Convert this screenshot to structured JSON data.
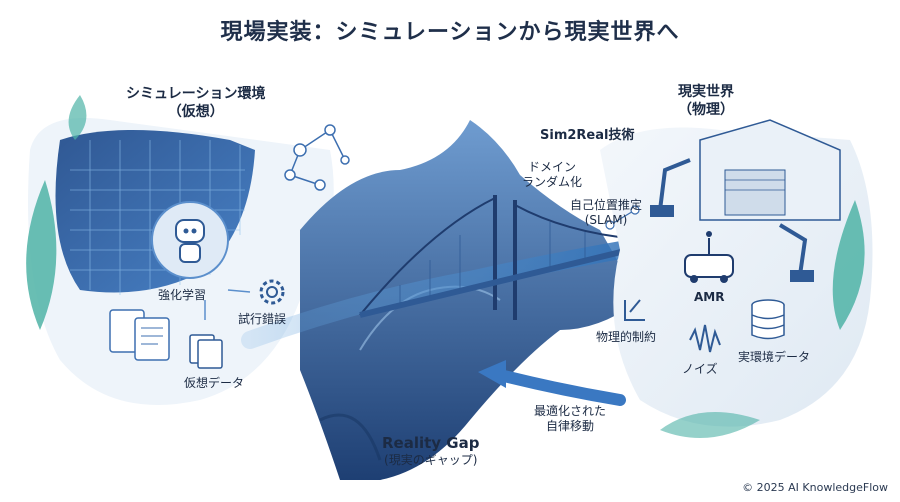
{
  "title": "現場実装：シミュレーションから現実世界へ",
  "left": {
    "heading": "シミュレーション環境",
    "heading_sub": "（仮想）",
    "items": {
      "rl": "強化学習",
      "trial": "試行錯誤",
      "virtual_data": "仮想データ"
    }
  },
  "center": {
    "heading": "Sim2Real技術",
    "domain_random_line1": "ドメイン",
    "domain_random_line2": "ランダム化",
    "slam_line1": "自己位置推定",
    "slam_line2": "(SLAM)",
    "gap_title": "Reality Gap",
    "gap_sub": "(現実のギャップ)",
    "optimized_line1": "最適化された",
    "optimized_line2": "自律移動"
  },
  "right": {
    "heading": "現実世界",
    "heading_sub": "（物理）",
    "items": {
      "amr": "AMR",
      "physics": "物理的制約",
      "noise": "ノイズ",
      "real_data": "実環境データ"
    }
  },
  "copyright": "© 2025 AI KnowledgeFlow",
  "colors": {
    "navy": "#1f3c6e",
    "blue": "#3d6fb0",
    "teal": "#4fb3a6",
    "light": "#e6eff8"
  }
}
